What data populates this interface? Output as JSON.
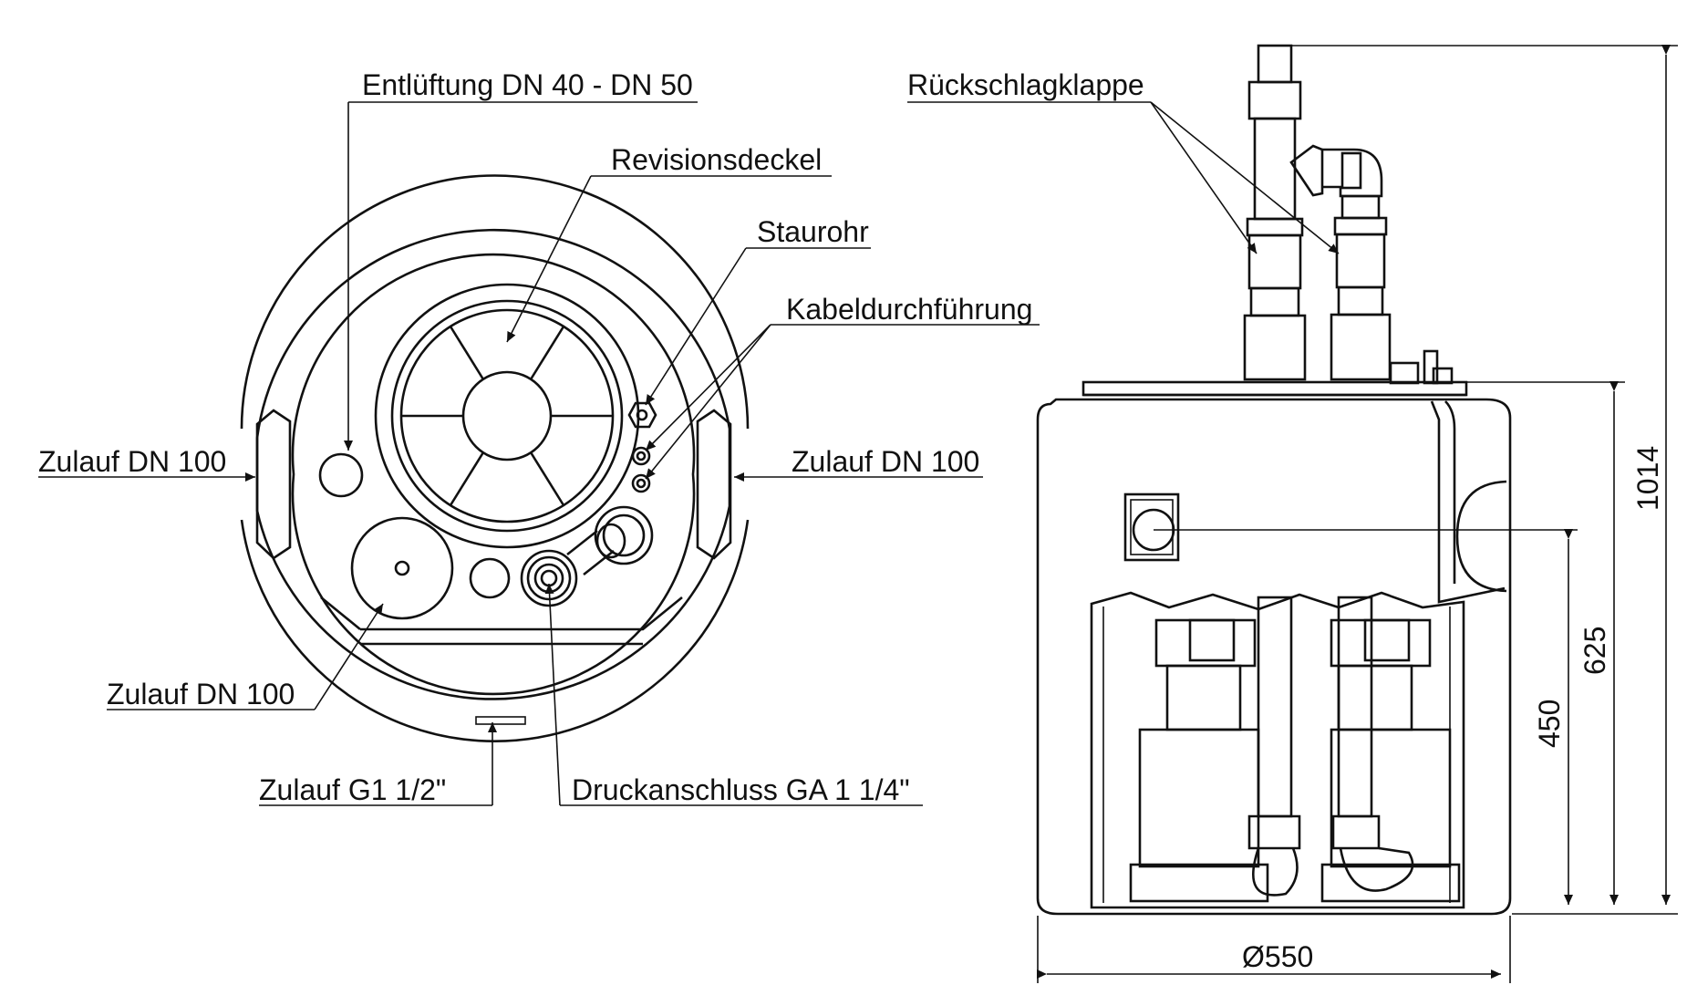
{
  "labels": {
    "entlueftung": "Entlüftung DN 40 - DN 50",
    "revisionsdeckel": "Revisionsdeckel",
    "staurohr": "Staurohr",
    "kabeldurchfuehrung": "Kabeldurchführung",
    "zulauf_left": "Zulauf DN 100",
    "zulauf_right": "Zulauf DN 100",
    "zulauf_bottom": "Zulauf DN 100",
    "zulauf_g": "Zulauf G1 1/2\"",
    "druckanschluss": "Druckanschluss GA 1 1/4\"",
    "rueckschlagklappe": "Rückschlagklappe"
  },
  "dimensions": {
    "height_total": "1014",
    "height_inlet": "625",
    "height_side": "450",
    "diameter": "Ø550"
  }
}
